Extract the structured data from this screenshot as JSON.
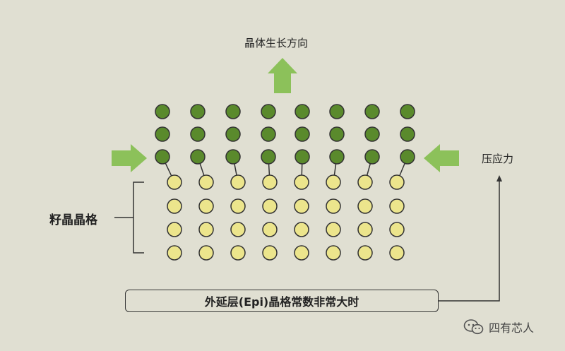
{
  "labels": {
    "growth_direction": "晶体生长方向",
    "compressive_stress": "压应力",
    "seed_lattice": "籽晶晶格",
    "epi_condition": "外延层(Epi)晶格常数非常大时"
  },
  "watermark": {
    "text": "四有芯人",
    "icon": "wechat-icon"
  },
  "lattice": {
    "epi_layer": {
      "rows": 3,
      "columns": 8
    },
    "seed_layer": {
      "rows": 4,
      "columns": 8
    }
  },
  "colors": {
    "background": "#e0dfd2",
    "epi_atom": "#5a8a2c",
    "seed_atom": "#ece58c",
    "arrow": "#8cc15a",
    "outline": "#333333"
  }
}
